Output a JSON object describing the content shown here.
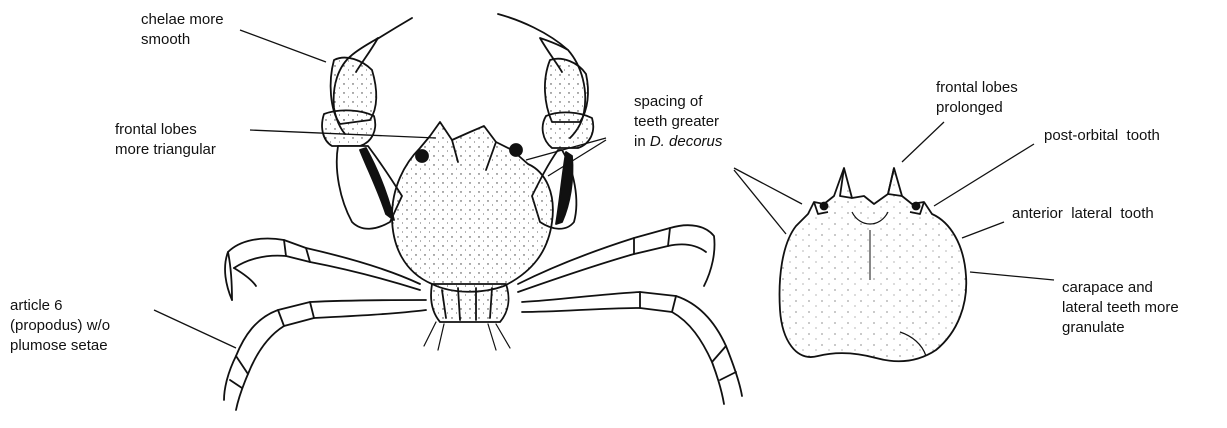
{
  "labels": {
    "chelae": [
      "chelae more",
      "smooth"
    ],
    "frontal_triangular": [
      "frontal lobes",
      "more triangular"
    ],
    "spacing": {
      "line1": "spacing of",
      "line2": "teeth greater",
      "line3_prefix": "in ",
      "line3_species": "D. decorus"
    },
    "article6": [
      "article 6",
      "(propodus) w/o",
      "plumose setae"
    ],
    "frontal_prolonged": [
      "frontal lobes",
      "prolonged"
    ],
    "post_orbital": "post-orbital  tooth",
    "anterior_lateral": "anterior  lateral  tooth",
    "carapace": [
      "carapace and",
      "lateral teeth more",
      "granulate"
    ]
  },
  "colors": {
    "ink": "#111111",
    "paper": "#ffffff"
  }
}
